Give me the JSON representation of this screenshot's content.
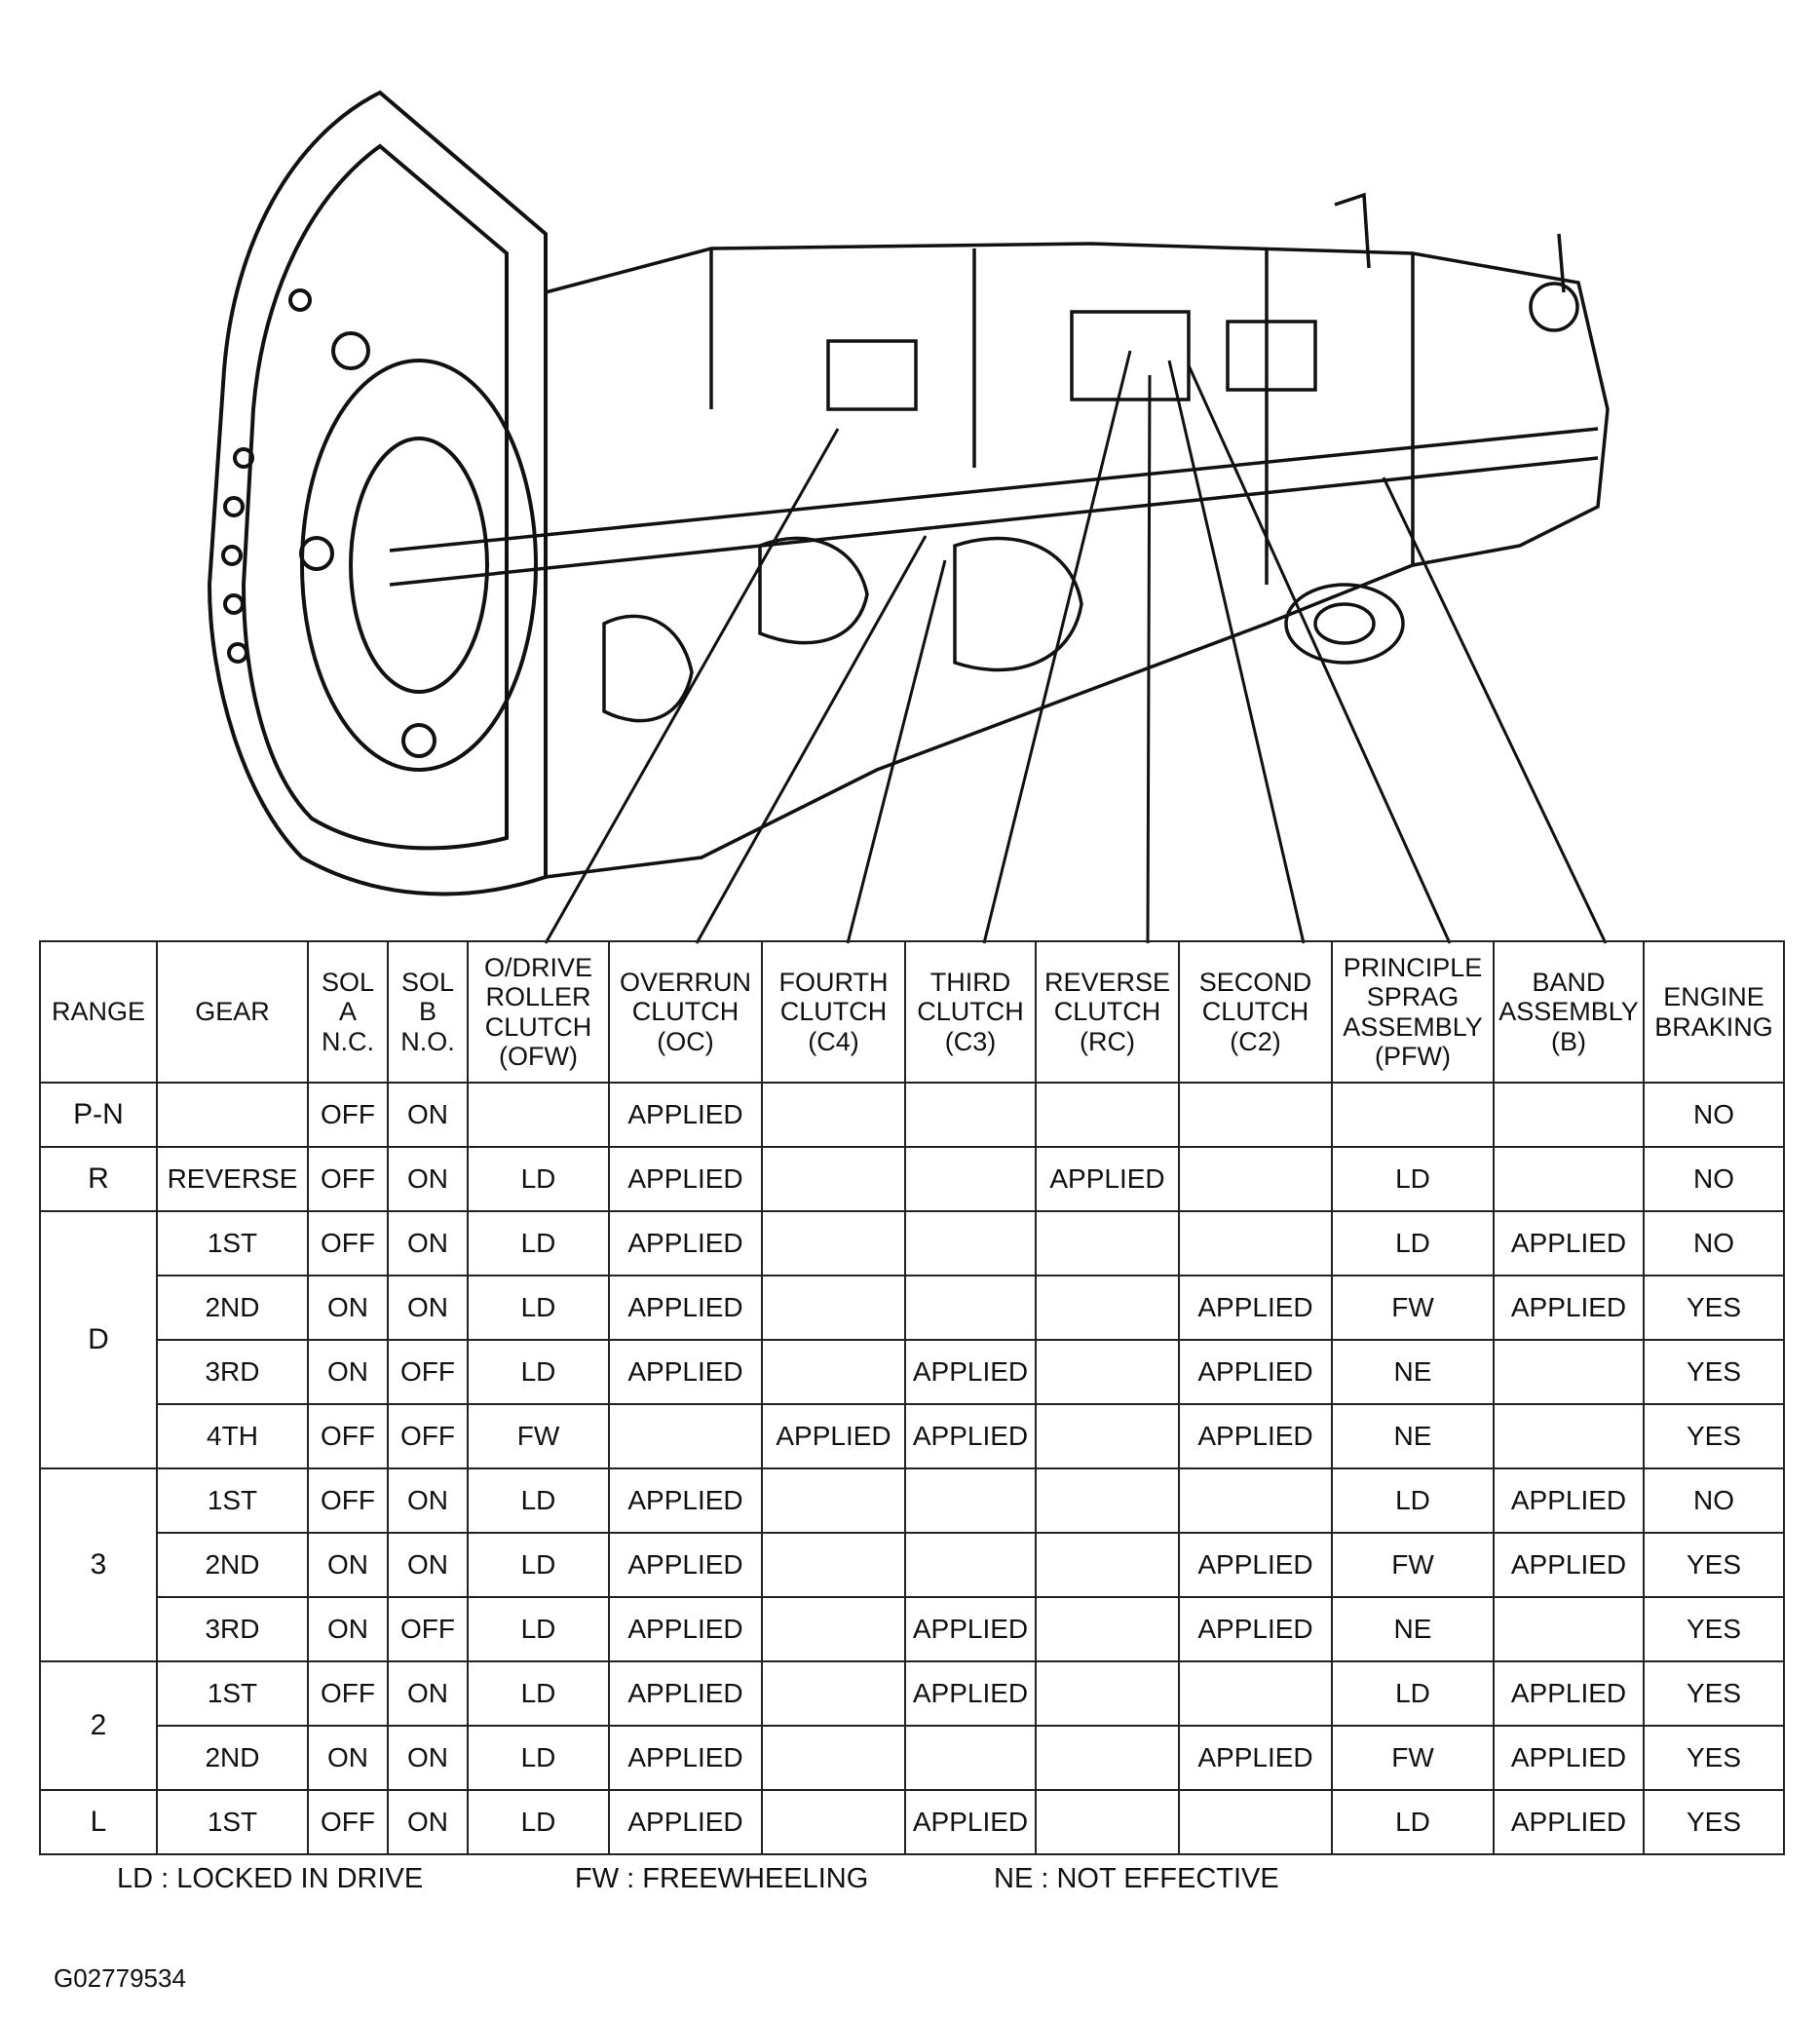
{
  "table": {
    "headers": [
      [
        "RANGE"
      ],
      [
        "GEAR"
      ],
      [
        "SOL",
        "A",
        "N.C."
      ],
      [
        "SOL",
        "B",
        "N.O."
      ],
      [
        "O/DRIVE",
        "ROLLER",
        "CLUTCH",
        "(OFW)"
      ],
      [
        "OVERRUN",
        "CLUTCH",
        "(OC)"
      ],
      [
        "FOURTH",
        "CLUTCH",
        "(C4)"
      ],
      [
        "THIRD",
        "CLUTCH",
        "(C3)"
      ],
      [
        "REVERSE",
        "CLUTCH",
        "(RC)"
      ],
      [
        "SECOND",
        "CLUTCH",
        "(C2)"
      ],
      [
        "PRINCIPLE",
        "SPRAG",
        "ASSEMBLY",
        "(PFW)"
      ],
      [
        "BAND",
        "ASSEMBLY",
        "(B)"
      ],
      [
        "ENGINE",
        "BRAKING"
      ]
    ],
    "groups": [
      {
        "range": "P-N",
        "rows": [
          [
            "",
            "OFF",
            "ON",
            "",
            "APPLIED",
            "",
            "",
            "",
            "",
            "",
            "",
            "NO"
          ]
        ]
      },
      {
        "range": "R",
        "rows": [
          [
            "REVERSE",
            "OFF",
            "ON",
            "LD",
            "APPLIED",
            "",
            "",
            "APPLIED",
            "",
            "LD",
            "",
            "NO"
          ]
        ]
      },
      {
        "range": "D",
        "rows": [
          [
            "1ST",
            "OFF",
            "ON",
            "LD",
            "APPLIED",
            "",
            "",
            "",
            "",
            "LD",
            "APPLIED",
            "NO"
          ],
          [
            "2ND",
            "ON",
            "ON",
            "LD",
            "APPLIED",
            "",
            "",
            "",
            "APPLIED",
            "FW",
            "APPLIED",
            "YES"
          ],
          [
            "3RD",
            "ON",
            "OFF",
            "LD",
            "APPLIED",
            "",
            "APPLIED",
            "",
            "APPLIED",
            "NE",
            "",
            "YES"
          ],
          [
            "4TH",
            "OFF",
            "OFF",
            "FW",
            "",
            "APPLIED",
            "APPLIED",
            "",
            "APPLIED",
            "NE",
            "",
            "YES"
          ]
        ]
      },
      {
        "range": "3",
        "rows": [
          [
            "1ST",
            "OFF",
            "ON",
            "LD",
            "APPLIED",
            "",
            "",
            "",
            "",
            "LD",
            "APPLIED",
            "NO"
          ],
          [
            "2ND",
            "ON",
            "ON",
            "LD",
            "APPLIED",
            "",
            "",
            "",
            "APPLIED",
            "FW",
            "APPLIED",
            "YES"
          ],
          [
            "3RD",
            "ON",
            "OFF",
            "LD",
            "APPLIED",
            "",
            "APPLIED",
            "",
            "APPLIED",
            "NE",
            "",
            "YES"
          ]
        ]
      },
      {
        "range": "2",
        "rows": [
          [
            "1ST",
            "OFF",
            "ON",
            "LD",
            "APPLIED",
            "",
            "APPLIED",
            "",
            "",
            "LD",
            "APPLIED",
            "YES"
          ],
          [
            "2ND",
            "ON",
            "ON",
            "LD",
            "APPLIED",
            "",
            "",
            "",
            "APPLIED",
            "FW",
            "APPLIED",
            "YES"
          ]
        ]
      },
      {
        "range": "L",
        "rows": [
          [
            "1ST",
            "OFF",
            "ON",
            "LD",
            "APPLIED",
            "",
            "APPLIED",
            "",
            "",
            "LD",
            "APPLIED",
            "YES"
          ]
        ]
      }
    ]
  },
  "legend": {
    "ld": "LD : LOCKED IN DRIVE",
    "fw": "FW : FREEWHEELING",
    "ne": "NE : NOT EFFECTIVE"
  },
  "figure_id": "G02779534"
}
